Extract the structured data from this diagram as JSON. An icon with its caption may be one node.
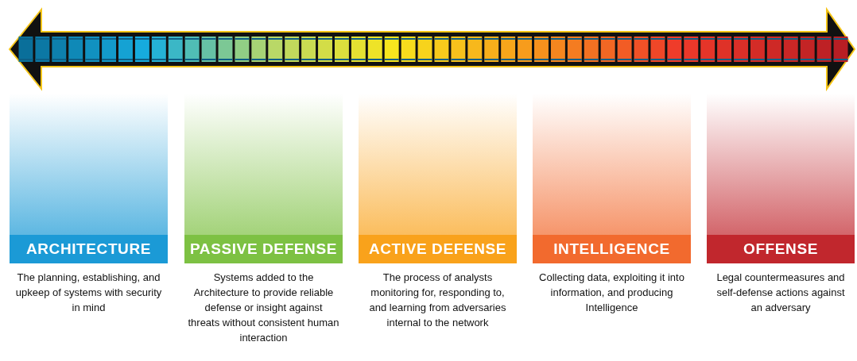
{
  "diagram": {
    "nodes": [
      {
        "text": [
          "ARCHITECTURE",
          "The planning, establishing, and upkeep of systems with security in mind"
        ]
      },
      {
        "text": [
          "PASSIVE DEFENSE",
          "Systems added to the Architecture to provide reliable defense or insight against threats without consistent human interaction"
        ]
      },
      {
        "text": [
          "ACTIVE DEFENSE",
          "The process of analysts monitoring for, responding to, and learning from adversaries internal to the network"
        ]
      },
      {
        "text": [
          "INTELLIGENCE",
          "Collecting data, exploiting it into information, and producing Intelligence"
        ]
      },
      {
        "text": [
          "OFFENSE",
          "Legal countermeasures and self-defense actions against an adversary"
        ]
      }
    ]
  }
}
